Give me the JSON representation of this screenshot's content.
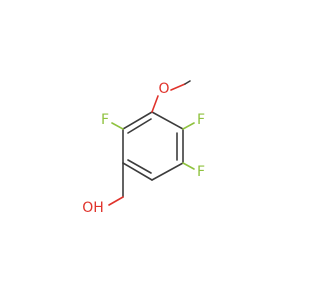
{
  "atom_labels": {
    "methoxy_o": "O",
    "f_top_left": "F",
    "f_top_right": "F",
    "f_bottom_right": "F",
    "hydroxyl": "OH"
  },
  "colors": {
    "bond": "#3c3c3c",
    "fluorine": "#8fc23f",
    "oxygen": "#e0332b",
    "background": "#ffffff"
  }
}
